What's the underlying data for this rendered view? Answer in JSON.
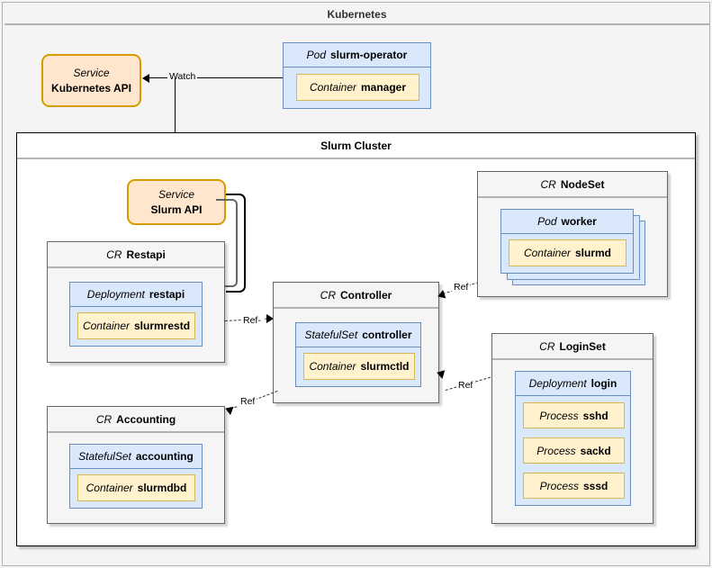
{
  "diagram": {
    "frame_title": "Kubernetes",
    "cluster_title": "Slurm Cluster",
    "colors": {
      "service_fill": "#ffe6cc",
      "service_stroke": "#d79b00",
      "workload_fill": "#dae8fc",
      "workload_stroke": "#6c8ebf",
      "container_fill": "#fff2cc",
      "container_stroke": "#d6b656",
      "cr_fill": "#f5f5f5",
      "cr_stroke": "#666666",
      "page_bg": "#f4f4f4"
    }
  },
  "kubernetes_api": {
    "kind": "Service",
    "name": "Kubernetes API"
  },
  "slurm_operator": {
    "kind": "Pod",
    "name": "slurm-operator",
    "container": {
      "kind": "Container",
      "name": "manager"
    }
  },
  "slurm_api": {
    "kind": "Service",
    "name": "Slurm API"
  },
  "restapi": {
    "kind": "CR",
    "name": "Restapi",
    "workload": {
      "kind": "Deployment",
      "name": "restapi"
    },
    "container": {
      "kind": "Container",
      "name": "slurmrestd"
    }
  },
  "controller": {
    "kind": "CR",
    "name": "Controller",
    "workload": {
      "kind": "StatefulSet",
      "name": "controller"
    },
    "container": {
      "kind": "Container",
      "name": "slurmctld"
    }
  },
  "nodeset": {
    "kind": "CR",
    "name": "NodeSet",
    "workload": {
      "kind": "Pod",
      "name": "worker"
    },
    "container": {
      "kind": "Container",
      "name": "slurmd"
    },
    "stack_copies": 2
  },
  "loginset": {
    "kind": "CR",
    "name": "LoginSet",
    "workload": {
      "kind": "Deployment",
      "name": "login"
    },
    "processes": [
      {
        "kind": "Process",
        "name": "sshd"
      },
      {
        "kind": "Process",
        "name": "sackd"
      },
      {
        "kind": "Process",
        "name": "sssd"
      }
    ]
  },
  "accounting": {
    "kind": "CR",
    "name": "Accounting",
    "workload": {
      "kind": "StatefulSet",
      "name": "accounting"
    },
    "container": {
      "kind": "Container",
      "name": "slurmdbd"
    }
  },
  "edges": {
    "watch": "Watch",
    "ref_restapi_controller": "Ref-",
    "ref_nodeset_controller": "Ref",
    "ref_loginset_controller": "Ref",
    "ref_controller_accounting": "Ref"
  }
}
